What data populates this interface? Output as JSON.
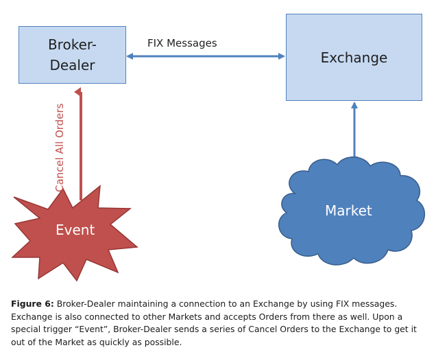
{
  "nodes": {
    "broker_dealer": [
      "Broker-",
      "Dealer"
    ],
    "exchange": "Exchange",
    "event": "Event",
    "market": "Market"
  },
  "edges": {
    "fix_messages": "FIX Messages",
    "cancel_all_orders": "Cancel All Orders"
  },
  "caption": {
    "label": "Figure 6:",
    "text": " Broker-Dealer maintaining a connection to an Exchange by using FIX messages. Exchange is also connected to other Markets and accepts Orders from there as well. Upon a special trigger “Event”, Broker-Dealer sends a series of Cancel Orders to the Exchange to get it out of the Market as quickly as possible."
  },
  "colors": {
    "box_fill": "#c6d9f1",
    "box_border": "#4f81bd",
    "arrow_blue": "#4f81bd",
    "event_fill": "#c0504d",
    "cloud_fill": "#4f81bd",
    "cancel_arrow": "#c0504d"
  }
}
